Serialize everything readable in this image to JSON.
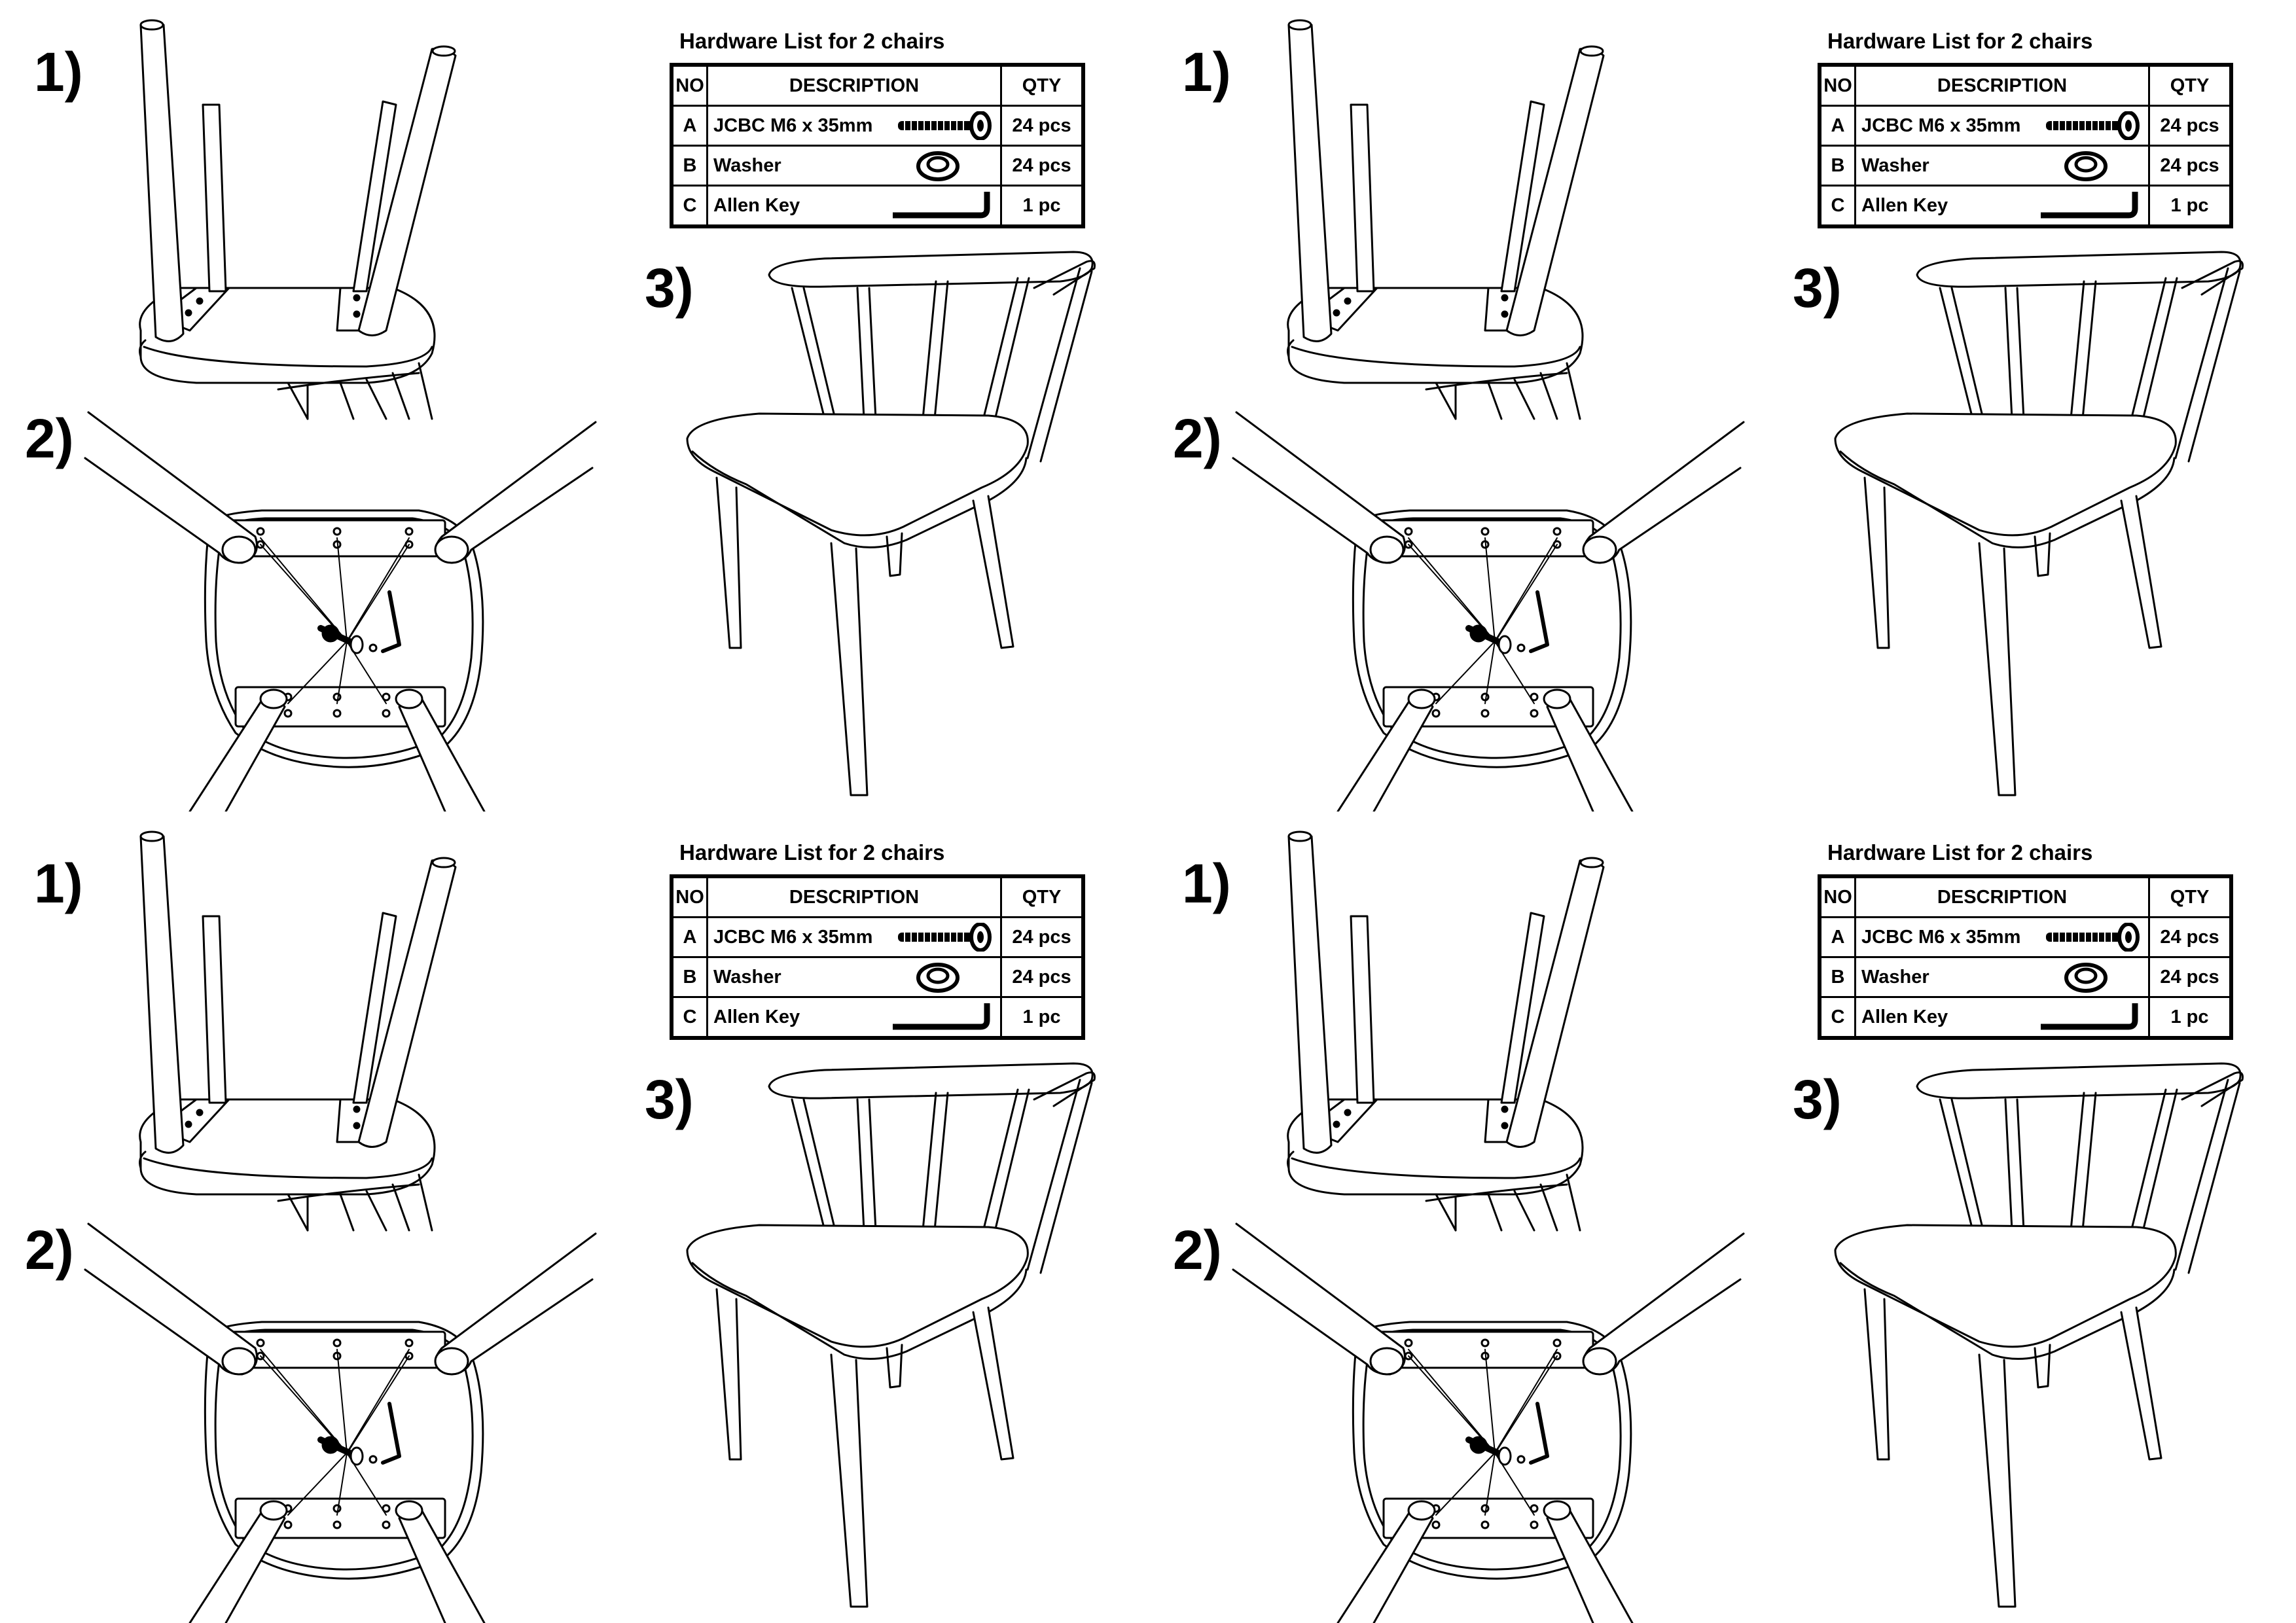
{
  "steps": [
    "1)",
    "2)",
    "3)"
  ],
  "hardware": {
    "title": "Hardware List for 2 chairs",
    "headers": [
      "NO",
      "DESCRIPTION",
      "QTY"
    ],
    "rows": [
      {
        "no": "A",
        "description": "JCBC M6 x 35mm",
        "qty": "24 pcs",
        "icon": "bolt-icon"
      },
      {
        "no": "B",
        "description": "Washer",
        "qty": "24 pcs",
        "icon": "washer-icon"
      },
      {
        "no": "C",
        "description": "Allen Key",
        "qty": "1 pc",
        "icon": "allen-key-icon"
      }
    ]
  }
}
